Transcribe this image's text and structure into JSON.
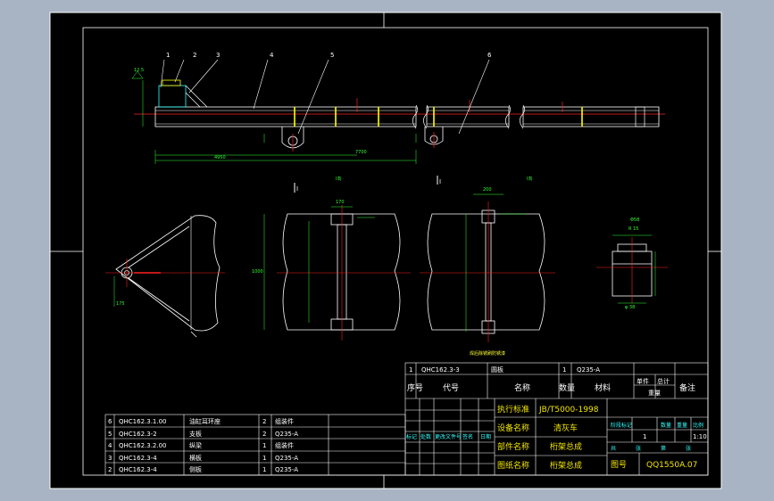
{
  "colors": {
    "background": "#000000",
    "frame": "#ffffff",
    "part_outline": "#ffffff",
    "centerline": "#ff2020",
    "dimension": "#33ff33",
    "hatch_yellow": "#ffff00",
    "cyan": "#33ffff",
    "table_text": "#ffffff",
    "title_highlight": "#f2e600"
  },
  "balloons": [
    "1",
    "2",
    "3",
    "4",
    "5",
    "6"
  ],
  "dimension_labels": {
    "elev": "12.5",
    "len_1": "4950",
    "len_2": "7700",
    "w_1": "170",
    "w_2": "200",
    "h_left": "1000",
    "small": "175",
    "detail_1": "Φ58",
    "detail_2": "R 15",
    "detail_3": "φ 38"
  },
  "section_marks": [
    "I",
    "I"
  ],
  "view_labels": [
    "I向",
    "I向"
  ],
  "tech_note": "焊后除锈刷防锈漆",
  "parts_list": {
    "rows": [
      {
        "no": "6",
        "code": "QHC162.3.1.00",
        "name": "油缸耳环座",
        "qty": "2",
        "material": "组装件"
      },
      {
        "no": "5",
        "code": "QHC162.3-2",
        "name": "支板",
        "qty": "2",
        "material": "Q235-A"
      },
      {
        "no": "4",
        "code": "QHC162.3.2.00",
        "name": "纵梁",
        "qty": "1",
        "material": "组装件"
      },
      {
        "no": "3",
        "code": "QHC162.3-4",
        "name": "横板",
        "qty": "1",
        "material": "Q235-A"
      },
      {
        "no": "2",
        "code": "QHC162.3-4",
        "name": "侧板",
        "qty": "1",
        "material": "Q235-A"
      }
    ]
  },
  "title_block": {
    "row1": {
      "no": "1",
      "code": "QHC162.3-3",
      "name": "圆板",
      "qty": "1",
      "material": "Q235-A"
    },
    "header": {
      "no": "序号",
      "code": "代号",
      "name": "名称",
      "qty": "数量",
      "material": "材料",
      "unit_weight": "单件",
      "total": "总计",
      "weight": "重量",
      "remark": "备注"
    },
    "exec_label": "执行标准",
    "exec_value": "JB/T5000-1998",
    "equip_label": "设备名称",
    "equip_value": "清灰车",
    "part_label": "部件名称",
    "part_value": "桁架总成",
    "drawing_label": "图纸名称",
    "drawing_value": "桁架总成",
    "drawing_no_label": "图号",
    "drawing_no_value": "QQ1550A.07",
    "stage_headers": [
      "阶段标记",
      "数量",
      "重量",
      "比例"
    ],
    "scale": "1:10",
    "quantity": "1",
    "sheet_labels": [
      "共",
      "张",
      "第",
      "张"
    ],
    "sign_cols": [
      "标记",
      "处数",
      "更改文件号",
      "签名",
      "日期"
    ]
  }
}
